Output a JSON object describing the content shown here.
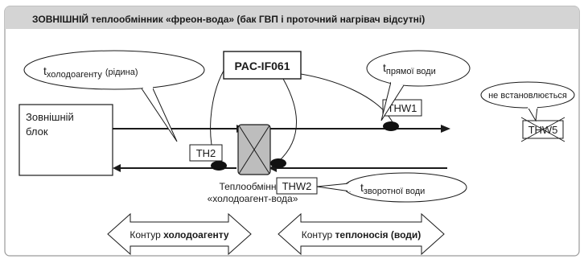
{
  "title": "ЗОВНІШНІЙ теплообмінник «фреон-вода» (бак ГВП і проточний нагрівач відсутні)",
  "controller": "PAC-IF061",
  "outdoor_unit": [
    "Зовнішній",
    "блок"
  ],
  "heat_exchanger": [
    "Теплообмінник",
    "«холодоагент-вода»"
  ],
  "sensors": {
    "th2": "TH2",
    "thw1": "THW1",
    "thw2": "THW2",
    "thw5": "THW5"
  },
  "callouts": {
    "refrigerant": {
      "t": "t",
      "sub": "холодоагенту",
      "suffix": "(рідина)"
    },
    "direct_water": {
      "t": "t",
      "sub": "прямої води"
    },
    "return_water": {
      "t": "t",
      "sub": "зворотної води"
    },
    "not_installed": "не встановлюється"
  },
  "circuits": {
    "refrigerant": {
      "prefix": "Контур ",
      "bold": "холодоагенту"
    },
    "heat_carrier": {
      "prefix": "Контур ",
      "bold": "теплоносія (води)"
    }
  },
  "colors": {
    "title_bar": "#d4d4d4",
    "exchanger_fill": "#bdbdbd",
    "line": "#1a1a1a",
    "sensor_dot": "#111111",
    "frame": "#9a9a9a"
  }
}
